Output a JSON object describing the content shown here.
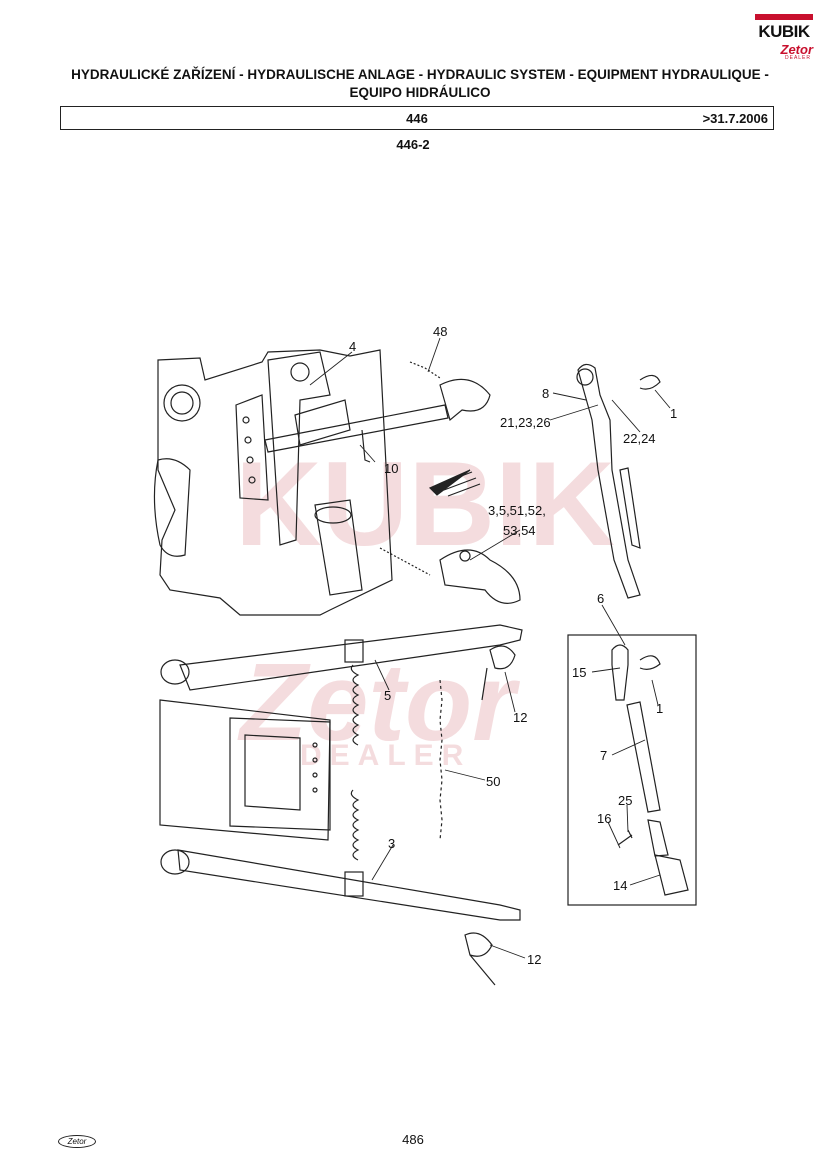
{
  "header": {
    "brand_text": "KUBIK",
    "brand_sub": "Zetor",
    "brand_dealer": "DEALER",
    "title_line1": "HYDRAULICKÉ ZAŘÍZENÍ - HYDRAULISCHE ANLAGE - HYDRAULIC SYSTEM - EQUIPMENT HYDRAULIQUE -",
    "title_line2": "EQUIPO HIDRÁULICO",
    "code": "446",
    "date": ">31.7.2006",
    "subcode": "446-2"
  },
  "watermark": {
    "line1": "KUBIK",
    "line2": "Zetor",
    "line3": "DEALER"
  },
  "callouts": {
    "c48": "48",
    "c4": "4",
    "c8": "8",
    "c1a": "1",
    "c212326": "21,23,26",
    "c2224": "22,24",
    "c10": "10",
    "c35": "3,5,51,52,",
    "c5354": "53,54",
    "c6": "6",
    "c15": "15",
    "c1b": "1",
    "c5": "5",
    "c12a": "12",
    "c7": "7",
    "c50": "50",
    "c25": "25",
    "c16": "16",
    "c3": "3",
    "c14": "14",
    "c12b": "12"
  },
  "footer": {
    "page": "486",
    "logo": "Zetor"
  }
}
